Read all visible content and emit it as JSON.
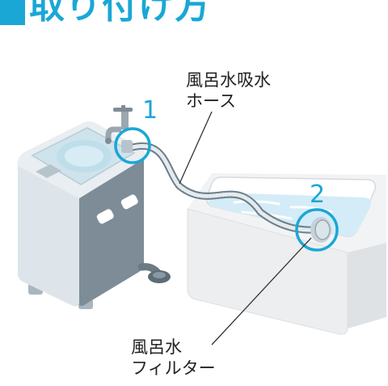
{
  "title": "取り付け方",
  "labels": {
    "hose_line1": "風呂水吸水",
    "hose_line2": "ホース",
    "filter_line1": "風呂水",
    "filter_line2": "フィルター"
  },
  "callouts": {
    "one": "1",
    "two": "2"
  },
  "colors": {
    "accent": "#1aa7d6",
    "water": "#d4ecf7",
    "machine": "#cfdbe3",
    "tub": "#eceeef"
  }
}
